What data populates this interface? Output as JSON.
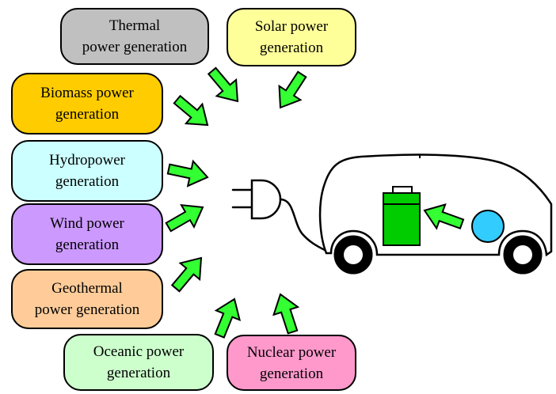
{
  "sources": [
    {
      "id": "thermal",
      "label": "Thermal\npower generation",
      "color": "#c0c0c0"
    },
    {
      "id": "solar",
      "label": "Solar power\ngeneration",
      "color": "#ffff99"
    },
    {
      "id": "biomass",
      "label": "Biomass power\ngeneration",
      "color": "#ffcc00"
    },
    {
      "id": "hydro",
      "label": "Hydropower\ngeneration",
      "color": "#ccffff"
    },
    {
      "id": "wind",
      "label": "Wind power\ngeneration",
      "color": "#cc99ff"
    },
    {
      "id": "geothermal",
      "label": "Geothermal\npower generation",
      "color": "#ffcc99"
    },
    {
      "id": "oceanic",
      "label": "Oceanic  power\ngeneration",
      "color": "#ccffcc"
    },
    {
      "id": "nuclear",
      "label": "Nuclear power\ngeneration",
      "color": "#ff99cc"
    }
  ],
  "colors": {
    "arrow": "#33ff33",
    "battery": "#00cc00",
    "motor": "#33ccff",
    "outline": "#000000"
  },
  "icons": [
    "plug-icon",
    "car-icon",
    "battery-icon",
    "motor-icon",
    "wheel-icon"
  ]
}
